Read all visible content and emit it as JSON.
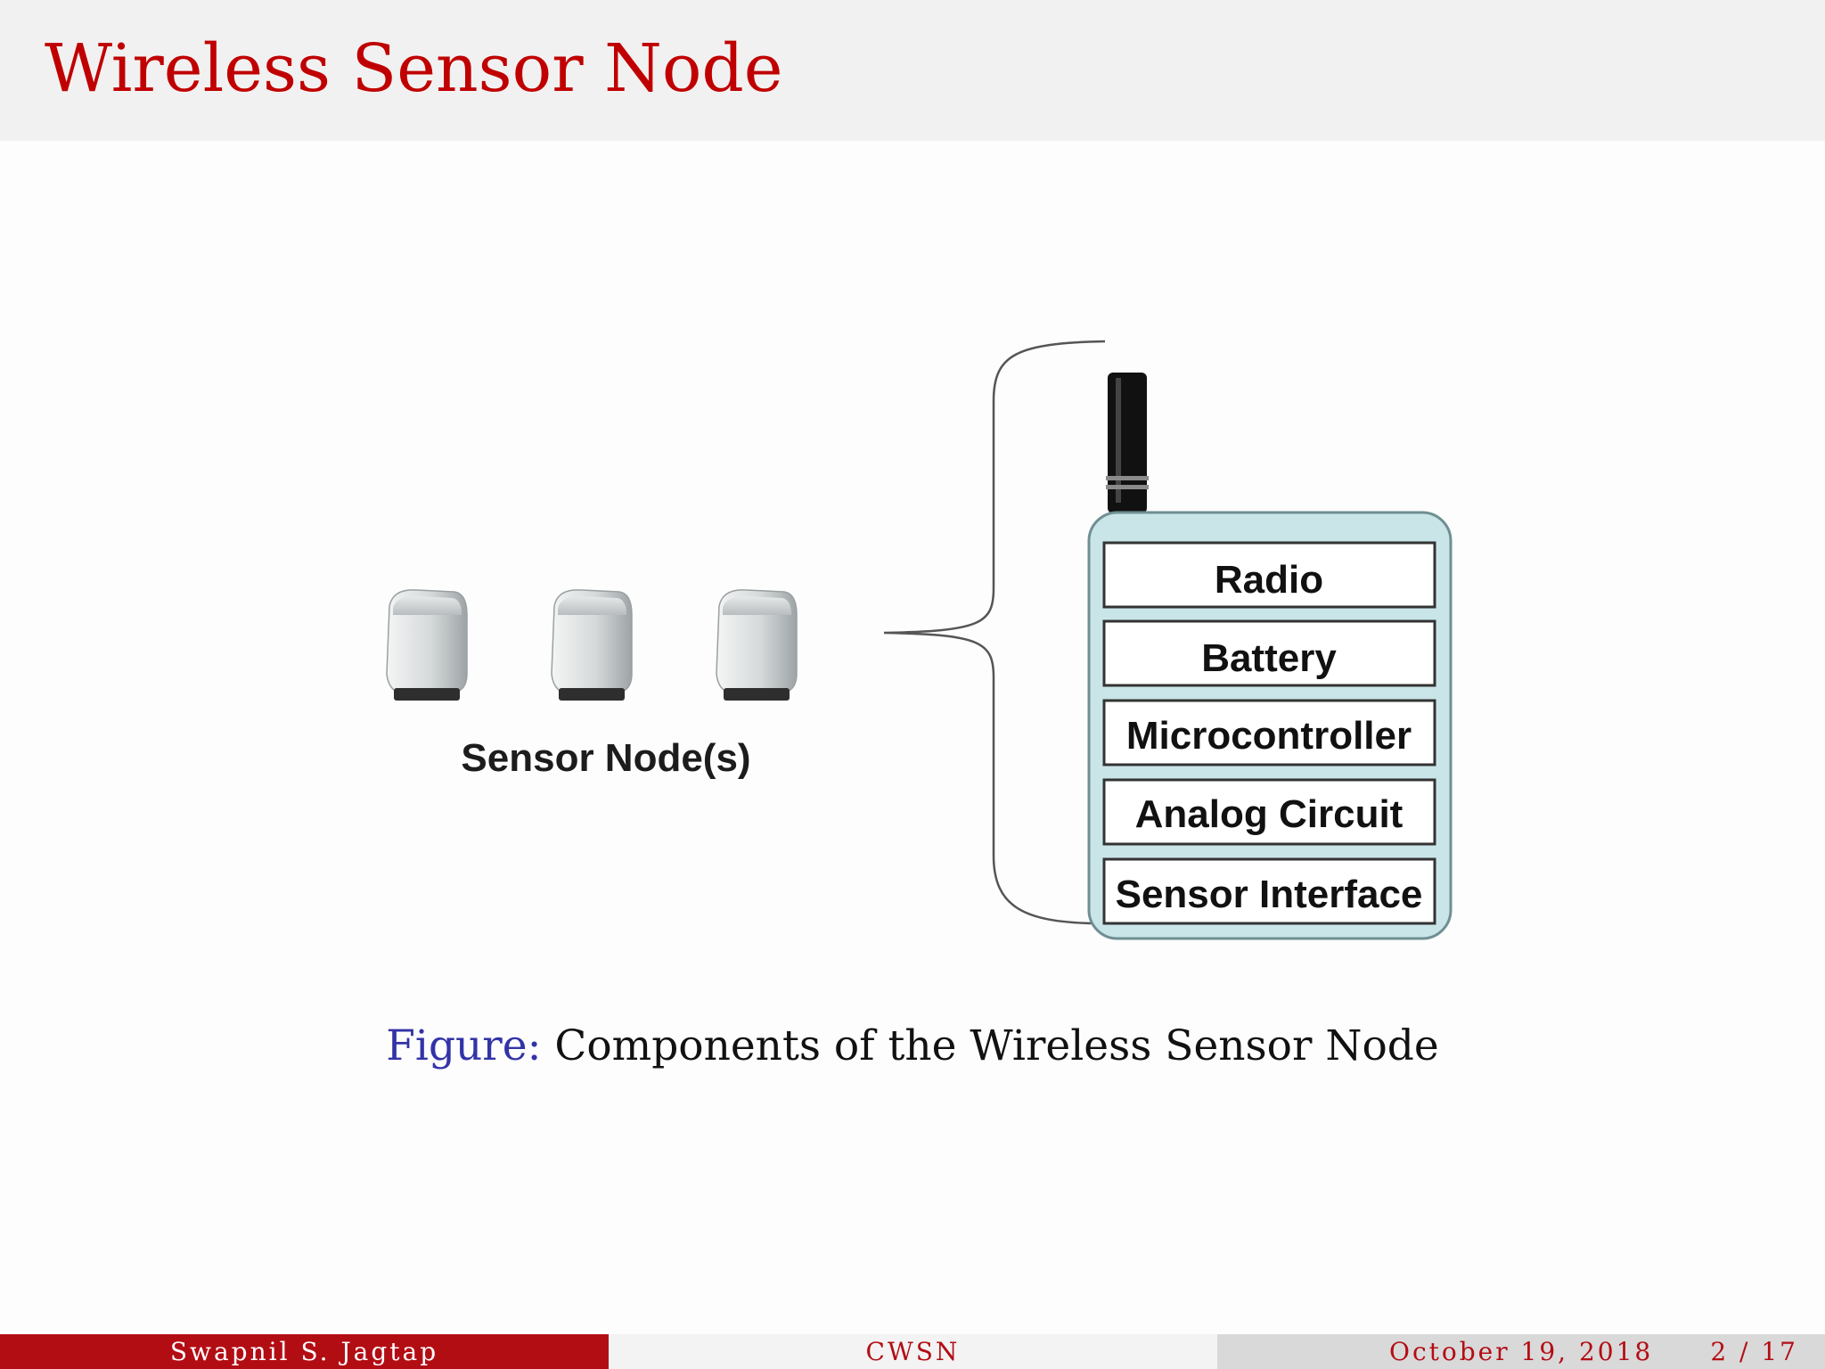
{
  "slide": {
    "title": "Wireless Sensor Node"
  },
  "diagram": {
    "nodes_label": "Sensor Node(s)",
    "components": [
      "Radio",
      "Battery",
      "Microcontroller",
      "Analog Circuit",
      "Sensor Interface"
    ]
  },
  "caption": {
    "prefix": "Figure:",
    "text": "Components of the Wireless Sensor Node"
  },
  "footer": {
    "author": "Swapnil S. Jagtap",
    "short_title": "CWSN",
    "date": "October 19, 2018",
    "page": "2 / 17"
  },
  "colors": {
    "title": "#c00000",
    "footer_accent": "#b30d14",
    "caption_prefix": "#3333a8",
    "device_body": "#c9e5e8"
  }
}
